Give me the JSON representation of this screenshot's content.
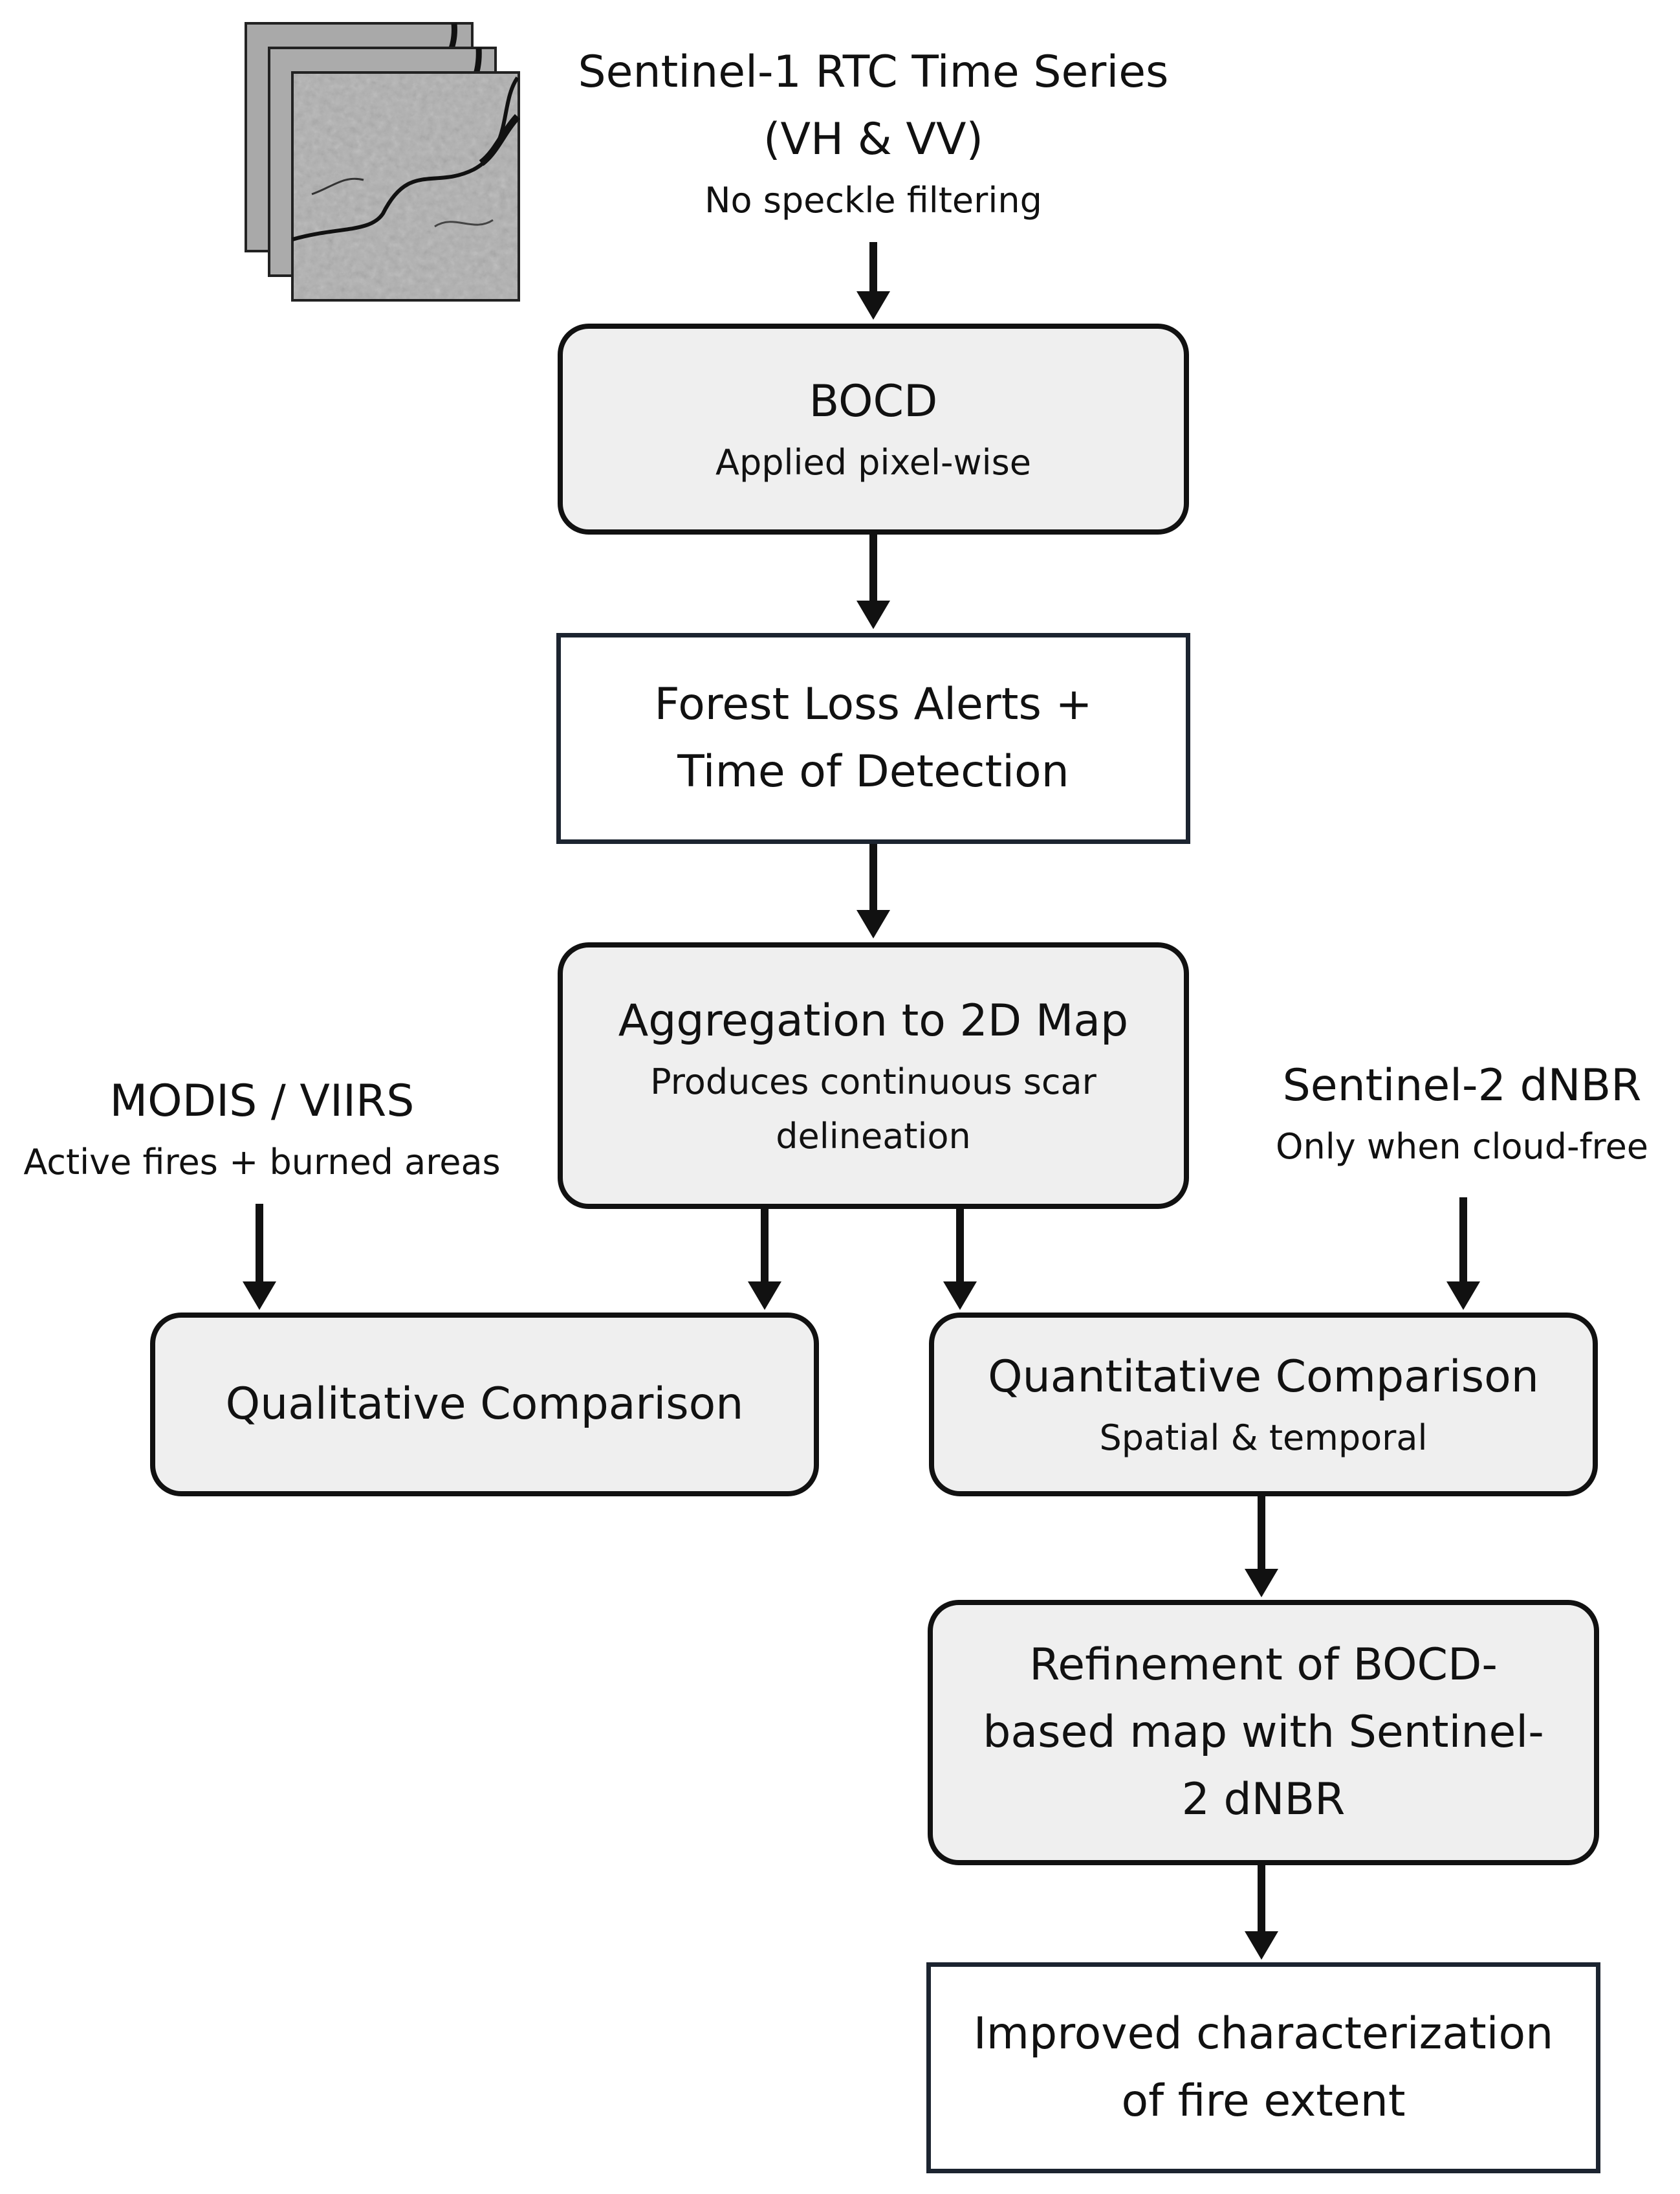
{
  "sentinel1": {
    "title_line1": "Sentinel-1 RTC Time Series",
    "title_line2": "(VH & VV)",
    "subtitle": "No speckle filtering"
  },
  "bocd": {
    "title": "BOCD",
    "subtitle": "Applied pixel-wise"
  },
  "forest_loss": {
    "line1": "Forest Loss Alerts +",
    "line2": "Time of Detection"
  },
  "aggregation": {
    "title": "Aggregation to 2D Map",
    "subtitle_line1": "Produces continuous scar",
    "subtitle_line2": "delineation"
  },
  "modis": {
    "title": "MODIS / VIIRS",
    "subtitle": "Active fires + burned areas"
  },
  "sentinel2": {
    "title": "Sentinel-2 dNBR",
    "subtitle": "Only when cloud-free"
  },
  "qualitative": {
    "title": "Qualitative Comparison"
  },
  "quantitative": {
    "title": "Quantitative Comparison",
    "subtitle": "Spatial & temporal"
  },
  "refinement": {
    "line1": "Refinement of BOCD-",
    "line2": "based map with Sentinel-",
    "line3": "2 dNBR"
  },
  "improved": {
    "line1": "Improved characterization",
    "line2": "of fire extent"
  },
  "colors": {
    "box_fill": "#efefef",
    "stroke": "#111111",
    "square_stroke": "#1c2430"
  },
  "icons": {
    "input_image": "sar-image-stack-icon"
  }
}
